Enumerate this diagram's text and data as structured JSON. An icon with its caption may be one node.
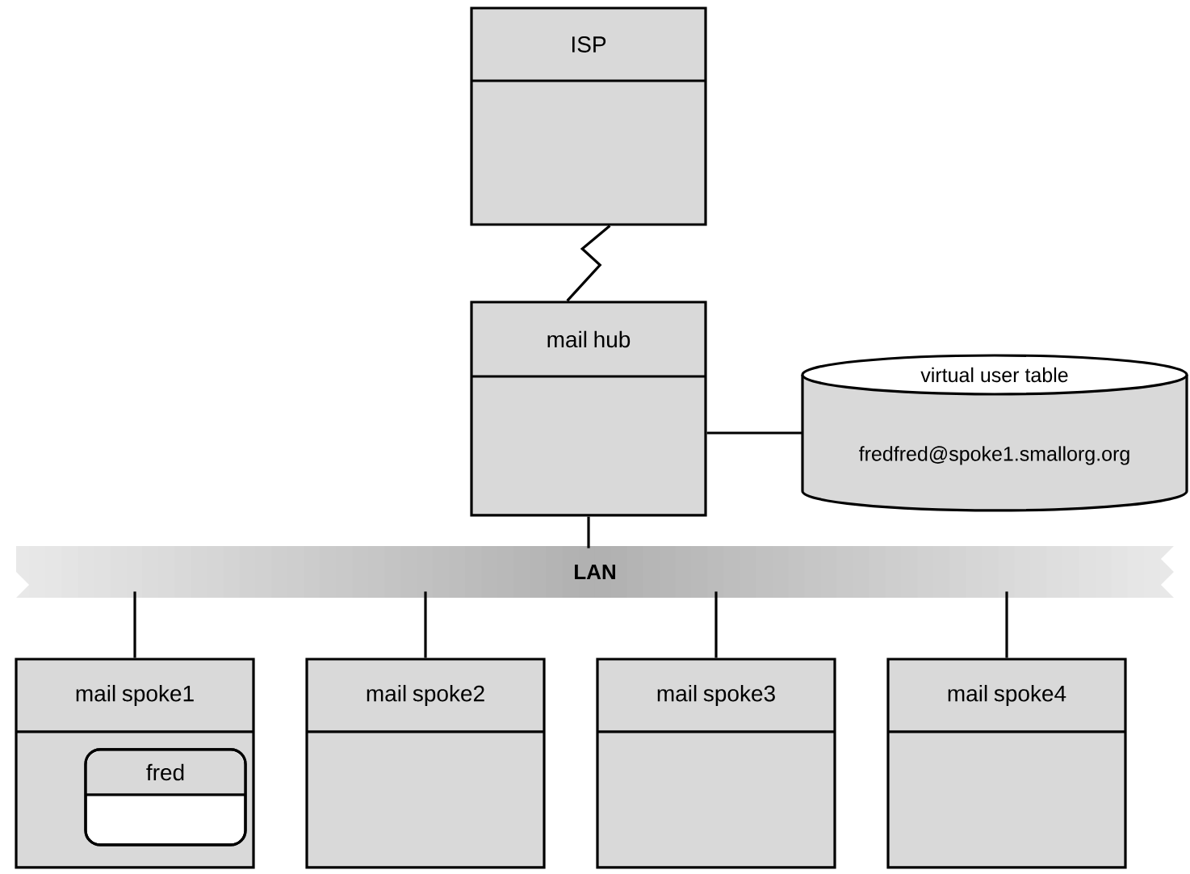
{
  "diagram": {
    "nodes": [
      {
        "text": [
          "ISP"
        ]
      },
      {
        "text": [
          "mail hub"
        ]
      },
      {
        "text": [
          "virtual user table",
          "fredfred@spoke1.smallorg.org"
        ]
      },
      {
        "text": [
          "LAN"
        ]
      },
      {
        "text": [
          "mail spoke1"
        ]
      },
      {
        "text": [
          "mail spoke2"
        ]
      },
      {
        "text": [
          "mail spoke3"
        ]
      },
      {
        "text": [
          "mail spoke4"
        ]
      },
      {
        "text": [
          "fred"
        ],
        "in": 4
      }
    ],
    "edges": [
      {
        "from": 0,
        "to": 1,
        "arrow": "none"
      },
      {
        "from": 1,
        "to": 2,
        "arrow": "none"
      },
      {
        "from": 1,
        "to": 3,
        "arrow": "none"
      },
      {
        "from": 3,
        "to": 4,
        "arrow": "none"
      },
      {
        "from": 3,
        "to": 5,
        "arrow": "none"
      },
      {
        "from": 3,
        "to": 6,
        "arrow": "none"
      },
      {
        "from": 3,
        "to": 7,
        "arrow": "none"
      }
    ]
  }
}
